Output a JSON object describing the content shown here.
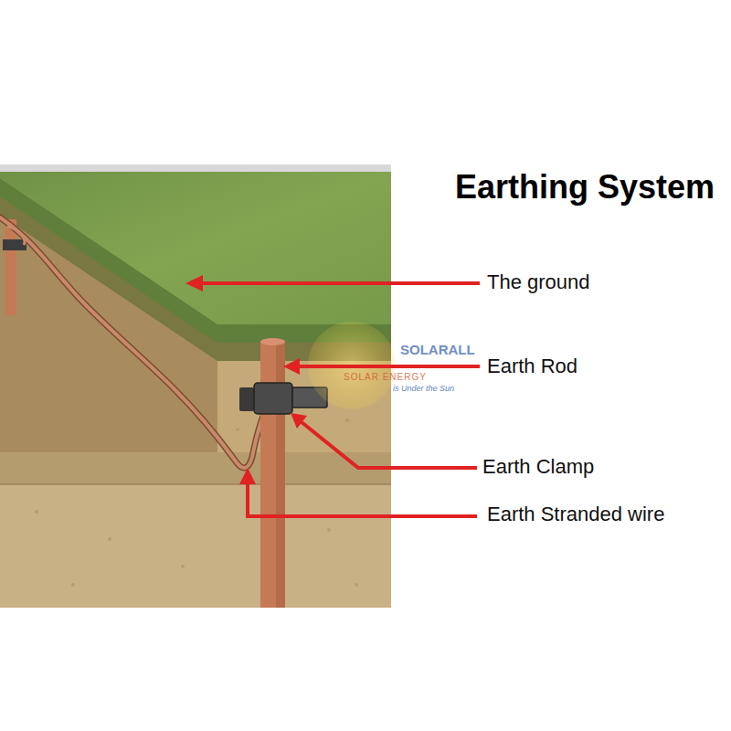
{
  "diagram": {
    "title": "Earthing System",
    "labels": [
      "The ground",
      "Earth Rod",
      "Earth Clamp",
      "Earth Stranded wire",
      "SOLARALL",
      "SOLAR ENERGY",
      "is Under the Sun"
    ]
  }
}
